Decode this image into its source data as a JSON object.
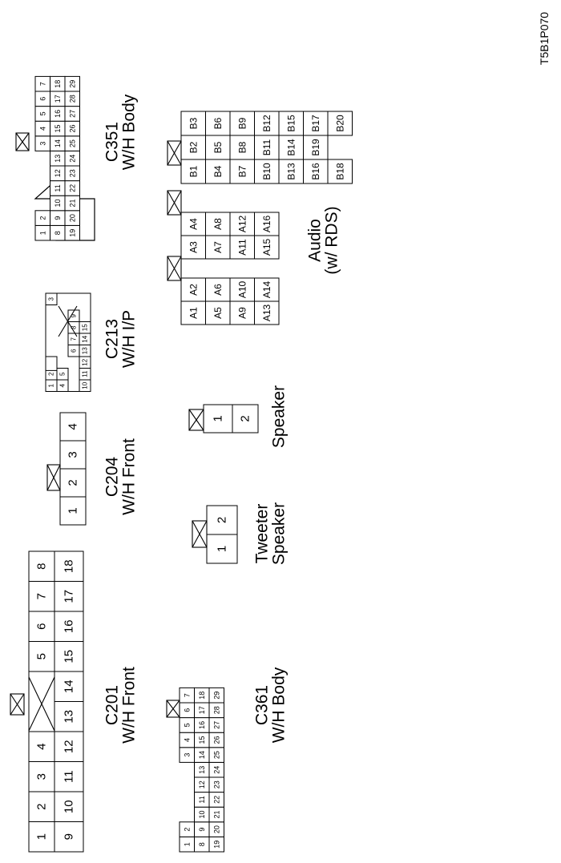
{
  "figure_code": "T5B1P070",
  "connectors": {
    "c201": {
      "id": "C201",
      "desc": "W/H Front",
      "top_pins": [
        "1",
        "2",
        "3",
        "4",
        "5",
        "6",
        "7",
        "8"
      ],
      "bottom_pins": [
        "9",
        "10",
        "11",
        "12",
        "13",
        "14",
        "15",
        "16",
        "17",
        "18"
      ]
    },
    "c204": {
      "id": "C204",
      "desc": "W/H Front",
      "pins": [
        "1",
        "2",
        "3",
        "4"
      ]
    },
    "c213": {
      "id": "C213",
      "desc": "W/H I/P",
      "rows": [
        [
          "1",
          "2",
          "",
          "3"
        ],
        [
          "4",
          "5",
          "6",
          "7",
          "8",
          "9"
        ],
        [
          "10",
          "11",
          "12",
          "13",
          "14",
          "15"
        ]
      ]
    },
    "c351": {
      "id": "C351",
      "desc": "W/H Body",
      "top_left": [
        "1",
        "2"
      ],
      "top_right": [
        "3",
        "4",
        "5",
        "6",
        "7"
      ],
      "mid_left": [
        "8",
        "9",
        "10",
        "11",
        "12"
      ],
      "mid_right": [
        "13",
        "14",
        "15",
        "16",
        "17",
        "18"
      ],
      "bot_left": [
        "19",
        "20",
        "21",
        "22",
        "23"
      ],
      "bot_right": [
        "24",
        "25",
        "26",
        "27",
        "28",
        "29"
      ]
    },
    "c361": {
      "id": "C361",
      "desc": "W/H Body",
      "top_left": [
        "1",
        "2"
      ],
      "top_right": [
        "3",
        "4",
        "5",
        "6",
        "7"
      ],
      "mid_left": [
        "8",
        "9",
        "10",
        "11",
        "12"
      ],
      "mid_right": [
        "13",
        "14",
        "15",
        "16",
        "17",
        "18"
      ],
      "bot_left": [
        "19",
        "20",
        "21",
        "22",
        "23"
      ],
      "bot_right": [
        "24",
        "25",
        "26",
        "27",
        "28",
        "29"
      ]
    },
    "tweeter": {
      "line1": "Tweeter",
      "line2": "Speaker",
      "pins": [
        "1",
        "2"
      ]
    },
    "speaker": {
      "line1": "Speaker",
      "pins": [
        "1",
        "2"
      ]
    },
    "audio": {
      "line1": "Audio",
      "line2": "(w/ RDS)",
      "block_a_left": [
        [
          "A1",
          "A2"
        ],
        [
          "A5",
          "A6"
        ],
        [
          "A9",
          "A10"
        ],
        [
          "A13",
          "A14"
        ]
      ],
      "block_a_right": [
        [
          "A3",
          "A4"
        ],
        [
          "A7",
          "A8"
        ],
        [
          "A11",
          "A12"
        ],
        [
          "A15",
          "A16"
        ]
      ],
      "block_b": [
        [
          "B1",
          "B2",
          "B3"
        ],
        [
          "B4",
          "B5",
          "B6"
        ],
        [
          "B7",
          "B8",
          "B9"
        ],
        [
          "B10",
          "B11",
          "B12"
        ],
        [
          "B13",
          "B14",
          "B15"
        ],
        [
          "B16",
          "B19",
          "B17"
        ],
        [
          "B18",
          "",
          "B20"
        ]
      ]
    }
  }
}
